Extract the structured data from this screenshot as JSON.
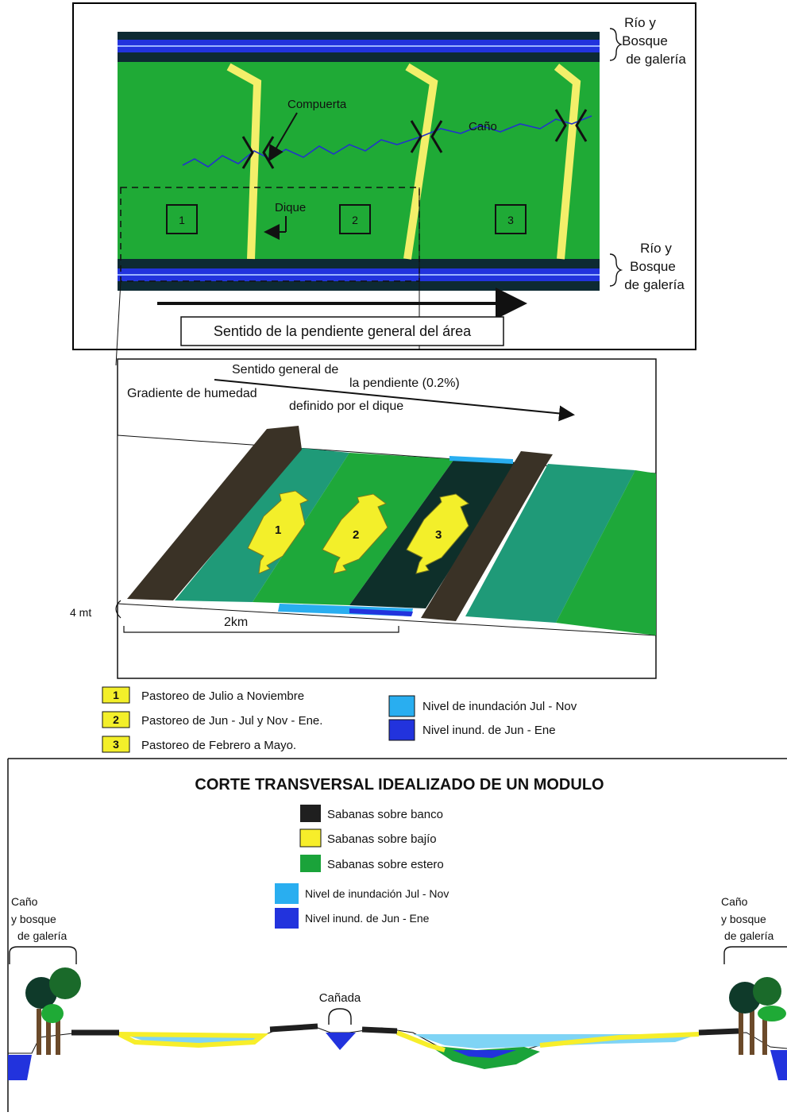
{
  "plan_view": {
    "label_river_top": [
      "Río y",
      "Bosque",
      "de galería"
    ],
    "label_river_bottom": [
      "Río y",
      "Bosque",
      "de galería"
    ],
    "label_gate": "Compuerta",
    "label_channel": "Caño",
    "label_dike": "Dique",
    "paddocks": [
      "1",
      "2",
      "3"
    ],
    "slope_caption": "Sentido de la pendiente general del área"
  },
  "perspective_view": {
    "slope_line1": "Sentido general de",
    "slope_line2": "la pendiente (0.2%)",
    "humidity_line1": "Gradiente de humedad",
    "humidity_line2": "definido por el dique",
    "paddocks": [
      "1",
      "2",
      "3"
    ],
    "height_label": "4 mt",
    "distance_label": "2km"
  },
  "legend_grazing": [
    {
      "num": "1",
      "text": "Pastoreo de Julio a Noviembre"
    },
    {
      "num": "2",
      "text": "Pastoreo de Jun - Jul y Nov - Ene."
    },
    {
      "num": "3",
      "text": "Pastoreo de Febrero a Mayo."
    }
  ],
  "legend_flood": [
    {
      "text": "Nivel de inundación Jul - Nov",
      "color": "#29aef0"
    },
    {
      "text": "Nivel inund. de Jun - Ene",
      "color": "#2233dd"
    }
  ],
  "cross_section": {
    "title": "CORTE TRANSVERSAL IDEALIZADO DE UN MODULO",
    "legend": [
      {
        "text": "Sabanas sobre banco",
        "color": "#1f1f1f"
      },
      {
        "text": "Sabanas sobre bajío",
        "color": "#f7ee2a"
      },
      {
        "text": "Sabanas sobre estero",
        "color": "#1aa33a"
      },
      {
        "text": "Nivel de inundación Jul - Nov",
        "color": "#29aef0"
      },
      {
        "text": "Nivel inund. de Jun - Ene",
        "color": "#2233dd"
      }
    ],
    "label_left": [
      "Caño",
      "y bosque",
      "de galería"
    ],
    "label_right": [
      "Caño",
      "y bosque",
      "de galería"
    ],
    "label_center": "Cañada"
  },
  "colors": {
    "pasture_green": "#1faa36",
    "dike_yellow": "#f3ef6a",
    "river_blue": "#2233dd",
    "dark_band": "#0d2a33",
    "dike_brown": "#3a3226",
    "teal": "#1f9a78"
  }
}
